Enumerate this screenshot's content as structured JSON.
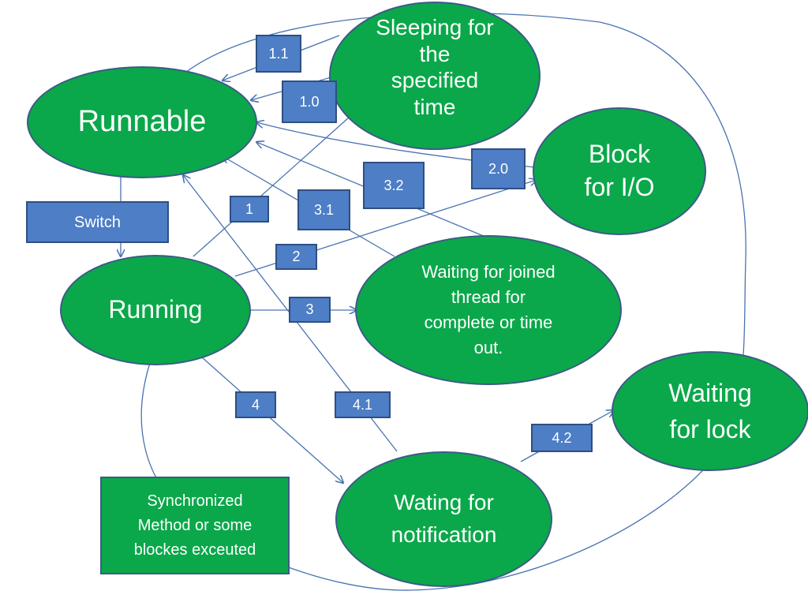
{
  "states": {
    "runnable": "Runnable",
    "running": "Running",
    "sleeping": "Sleeping for\nthe\nspecified\ntime",
    "block_io": "Block\nfor I/O",
    "waiting_join": "Waiting  for joined\nthread for\ncomplete or time\nout.",
    "waiting_lock": "Waiting\nfor lock",
    "waiting_notification": "Wating for\nnotification"
  },
  "switch_label": "Switch",
  "note": "Synchronized\nMethod or some\nblockes exceuted",
  "transitions": {
    "t1_1": "1.1",
    "t1_0": "1.0",
    "t1": "1",
    "t2": "2",
    "t2_0": "2.0",
    "t3": "3",
    "t3_1": "3.1",
    "t3_2": "3.2",
    "t4": "4",
    "t4_1": "4.1",
    "t4_2": "4.2"
  },
  "colors": {
    "node_fill": "#0aa84a",
    "label_fill": "#4d7ec6",
    "edge": "#4a73b0"
  }
}
